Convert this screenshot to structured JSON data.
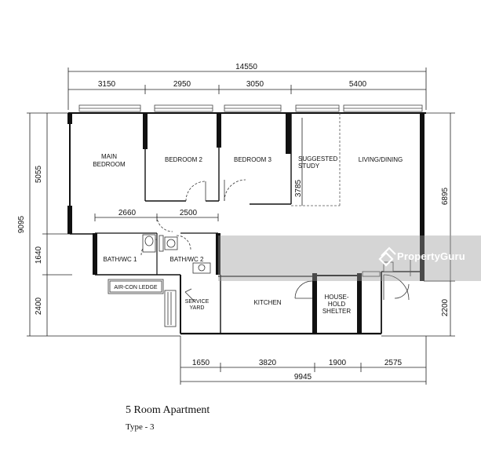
{
  "dimensions": {
    "overall_width": "14550",
    "top": [
      "3150",
      "2950",
      "3050",
      "5400"
    ],
    "left_total": "9095",
    "left": [
      "5055",
      "1640",
      "2400"
    ],
    "right": [
      "6895",
      "2200"
    ],
    "bottom": [
      "1650",
      "3820",
      "1900",
      "2575"
    ],
    "bottom_total": "9945",
    "inner_horizontal": [
      "2660",
      "2500"
    ],
    "study_vertical": "3785"
  },
  "rooms": {
    "main_bedroom": [
      "MAIN",
      "BEDROOM"
    ],
    "bedroom2": "BEDROOM 2",
    "bedroom3": "BEDROOM 3",
    "study": [
      "SUGGESTED",
      "STUDY"
    ],
    "living": "LIVING/DINING",
    "bath1": "BATH/WC 1",
    "bath2": "BATH/WC 2",
    "aircon": "AIR-CON LEDGE",
    "service_yard": [
      "SERVICE",
      "YARD"
    ],
    "kitchen": "KITCHEN",
    "shelter": [
      "HOUSE-",
      "HOLD",
      "SHELTER"
    ]
  },
  "caption": {
    "title": "5 Room Apartment",
    "subtitle": "Type - 3"
  },
  "watermark": {
    "text": "PropertyGuru",
    "logo_icon": "propertyguru-logo-icon"
  }
}
